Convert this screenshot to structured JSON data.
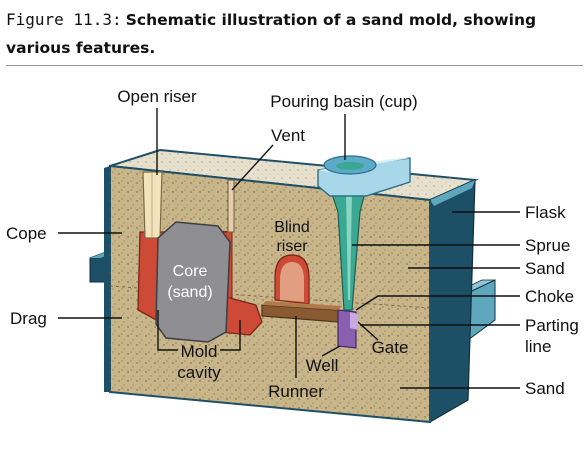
{
  "caption": {
    "number": "Figure 11.3:",
    "title_line1": "Schematic illustration of a sand mold, showing",
    "title_line2": "various features."
  },
  "labels": {
    "open_riser": "Open riser",
    "pouring_basin": "Pouring basin (cup)",
    "vent": "Vent",
    "cope": "Cope",
    "drag": "Drag",
    "blind_riser_1": "Blind",
    "blind_riser_2": "riser",
    "core_1": "Core",
    "core_2": "(sand)",
    "mold_cavity_1": "Mold",
    "mold_cavity_2": "cavity",
    "well": "Well",
    "gate": "Gate",
    "runner": "Runner",
    "flask": "Flask",
    "sprue": "Sprue",
    "sand_top": "Sand",
    "choke": "Choke",
    "parting_line_1": "Parting",
    "parting_line_2": "line",
    "sand_bottom": "Sand"
  },
  "colors": {
    "sand": "#c9b58a",
    "sand_top": "#e7e0cc",
    "flask": "#1d4f66",
    "flask_light": "#5fa7bd",
    "cavity": "#cc4a36",
    "core": "#8f8f93",
    "sprue": "#3aa892",
    "runner": "#8a5a33",
    "basin": "#a9d7ea",
    "well": "#8a5fb0"
  }
}
